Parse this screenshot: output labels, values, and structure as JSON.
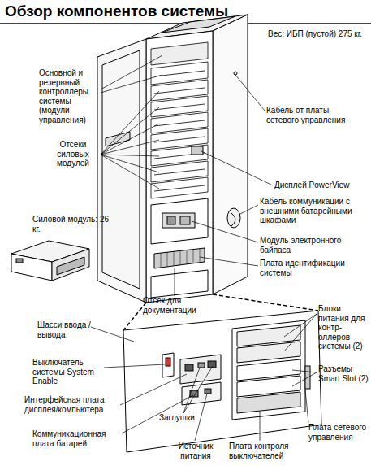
{
  "diagram": {
    "title": "Обзор компонентов системы",
    "labels": [
      "Вес: ИБП (пустой) 275 кг.",
      "Основной и резервный контроллеры системы (модули управления)",
      "Кабель от платы сетевого управления",
      "Отсеки силовых модулей",
      "Дисплей PowerView",
      "Кабель коммуникации с внешними батарейными шкафами",
      "Силовой модуль: 26 кг.",
      "Модуль электронного байпаса",
      "Плата идентификации системы",
      "Отсек для документации",
      "Шасси ввода / вывода",
      "Блоки питания для контр- оллеров системы (2)",
      "Выключатель системы System Enable",
      "Разъемы Smart Slot (2)",
      "Интерфейсная плата дисплея/компьютера",
      "Заглушки",
      "Коммуникационная плата батарей",
      "Плата сетевого управления",
      "Источник питания",
      "Плата контроля выключателей"
    ]
  }
}
